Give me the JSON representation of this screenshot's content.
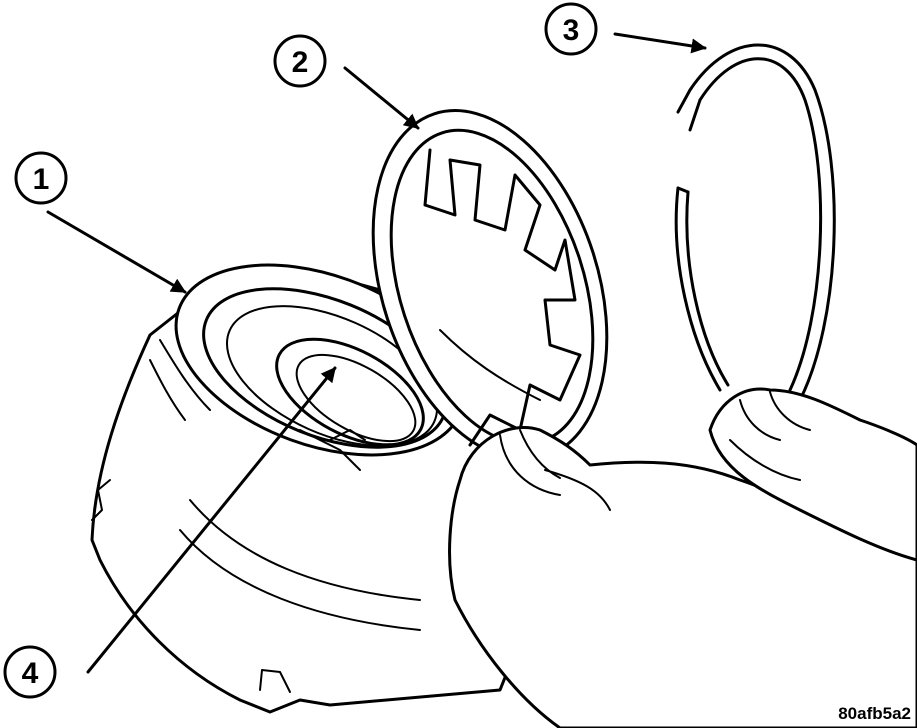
{
  "figure": {
    "callouts": [
      {
        "id": "1",
        "label": "1"
      },
      {
        "id": "2",
        "label": "2"
      },
      {
        "id": "3",
        "label": "3"
      },
      {
        "id": "4",
        "label": "4"
      }
    ],
    "code": "80afb5a2"
  }
}
